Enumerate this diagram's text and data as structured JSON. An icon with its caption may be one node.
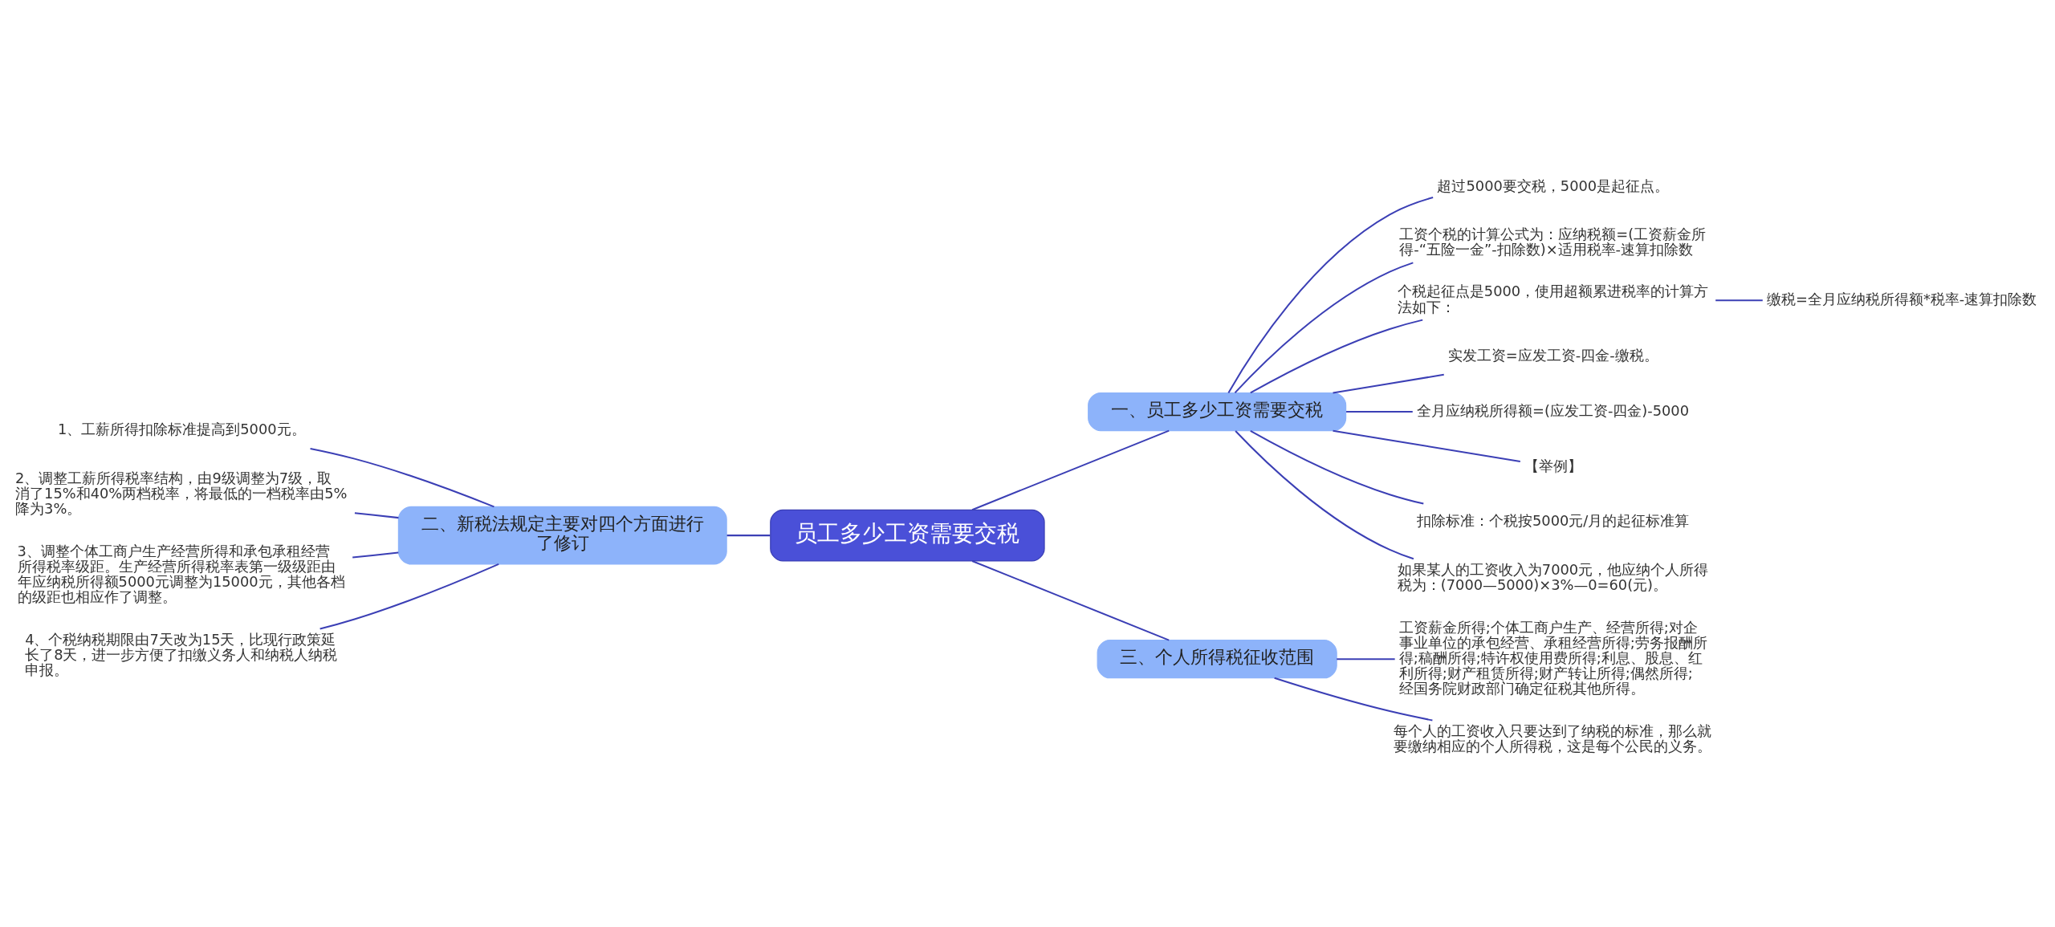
{
  "diagram": {
    "nodes": [
      {
        "text": [
          "员工多少工资需要交税"
        ]
      },
      {
        "text": [
          "一、员工多少工资需要交税"
        ]
      },
      {
        "text": [
          "超过5000要交税，5000是起征点。"
        ]
      },
      {
        "text": [
          "工资个税的计算公式为：应纳税额=(工资薪金所得-“五险一金”-扣除数)×适用税率-速算扣除数"
        ]
      },
      {
        "text": [
          "个税起征点是5000，使用超额累进税率的计算方法如下："
        ]
      },
      {
        "text": [
          "实发工资=应发工资-四金-缴税。"
        ]
      },
      {
        "text": [
          "全月应纳税所得额=(应发工资-四金)-5000"
        ]
      },
      {
        "text": [
          "【举例】"
        ]
      },
      {
        "text": [
          "扣除标准：个税按5000元/月的起征标准算"
        ]
      },
      {
        "text": [
          "如果某人的工资收入为7000元，他应纳个人所得税为：(7000—5000)×3%—0=60(元)。"
        ]
      },
      {
        "text": [
          "缴税=全月应纳税所得额*税率-速算扣除数"
        ]
      },
      {
        "text": [
          "二、新税法规定主要对四个方面进行了修订"
        ]
      },
      {
        "text": [
          "1、工薪所得扣除标准提高到5000元。"
        ]
      },
      {
        "text": [
          "2、调整工薪所得税率结构，由9级调整为7级，取消了15%和40%两档税率，将最低的一档税率由5%降为3%。"
        ]
      },
      {
        "text": [
          "3、调整个体工商户生产经营所得和承包承租经营所得税率级距。生产经营所得税率表第一级级距由年应纳税所得额5000元调整为15000元，其他各档的级距也相应作了调整。"
        ]
      },
      {
        "text": [
          "4、个税纳税期限由7天改为15天，比现行政策延长了8天，进一步方便了扣缴义务人和纳税人纳税申报。"
        ]
      },
      {
        "text": [
          "三、个人所得税征收范围"
        ]
      },
      {
        "text": [
          "工资薪金所得;个体工商户生产、经营所得;对企事业单位的承包经营、承租经营所得;劳务报酬所得;稿酬所得;特许权使用费所得;利息、股息、红利所得;财产租赁所得;财产转让所得;偶然所得;经国务院财政部门确定征税其他所得。"
        ]
      },
      {
        "text": [
          "每个人的工资收入只要达到了纳税的标准，那么就要缴纳相应的个人所得税，这是每个公民的义务。"
        ]
      }
    ],
    "edges": [
      {
        "from": 0,
        "to": 1,
        "arrow": "none"
      },
      {
        "from": 1,
        "to": 2,
        "arrow": "none"
      },
      {
        "from": 1,
        "to": 3,
        "arrow": "none"
      },
      {
        "from": 1,
        "to": 4,
        "arrow": "none"
      },
      {
        "from": 1,
        "to": 5,
        "arrow": "none"
      },
      {
        "from": 1,
        "to": 6,
        "arrow": "none"
      },
      {
        "from": 1,
        "to": 7,
        "arrow": "none"
      },
      {
        "from": 1,
        "to": 8,
        "arrow": "none"
      },
      {
        "from": 1,
        "to": 9,
        "arrow": "none"
      },
      {
        "from": 4,
        "to": 10,
        "arrow": "none"
      },
      {
        "from": 0,
        "to": 11,
        "arrow": "none"
      },
      {
        "from": 11,
        "to": 12,
        "arrow": "none"
      },
      {
        "from": 11,
        "to": 13,
        "arrow": "none"
      },
      {
        "from": 11,
        "to": 14,
        "arrow": "none"
      },
      {
        "from": 11,
        "to": 15,
        "arrow": "none"
      },
      {
        "from": 0,
        "to": 16,
        "arrow": "none"
      },
      {
        "from": 16,
        "to": 17,
        "arrow": "none"
      },
      {
        "from": 16,
        "to": 18,
        "arrow": "none"
      }
    ]
  }
}
